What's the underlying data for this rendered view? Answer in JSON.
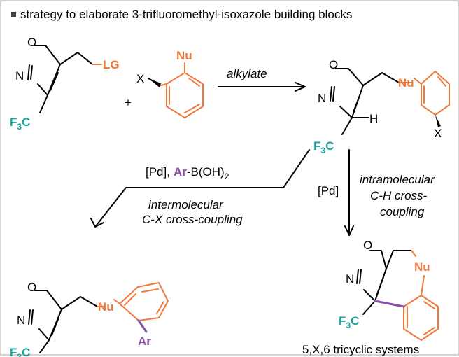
{
  "title": "strategy to elaborate 3-trifluoromethyl-isoxazole building blocks",
  "colors": {
    "orange": "#ef7a3b",
    "teal": "#1ba39c",
    "purple": "#8a4fa8",
    "border": "#d3d3d3"
  },
  "atoms": {
    "O": "O",
    "N": "N",
    "LG": "LG",
    "X": "X",
    "Nu": "Nu",
    "H": "H",
    "Ar": "Ar",
    "F": "F",
    "C": "C",
    "sub3": "3",
    "sub2": "2"
  },
  "reagents": {
    "plus": "+",
    "alkylate": "alkylate",
    "pd": "[Pd]",
    "boronic_rest": "-B(OH)",
    "comma": ","
  },
  "paths": {
    "left": [
      "intermolecular",
      "C-X cross-coupling"
    ],
    "right": [
      "intramolecular",
      "C-H cross-",
      "coupling"
    ]
  },
  "caption": "5,X,6 tricyclic systems"
}
